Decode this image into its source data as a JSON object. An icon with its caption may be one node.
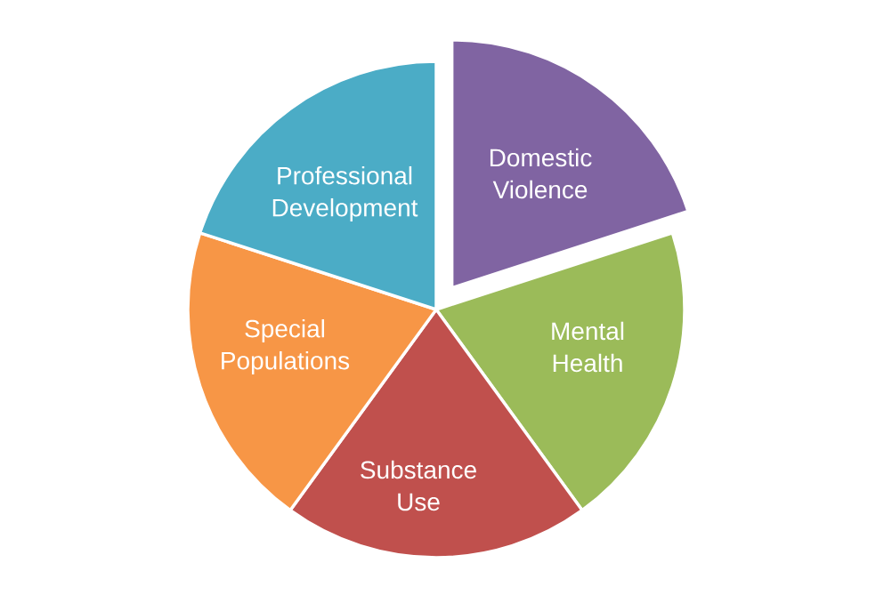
{
  "diagram": {
    "nodes": [
      {
        "text": [
          "Domestic Violence"
        ]
      },
      {
        "text": [
          "Mental Health"
        ]
      },
      {
        "text": [
          "Substance Use"
        ]
      },
      {
        "text": [
          "Special Populations"
        ]
      },
      {
        "text": [
          "Professional Development"
        ]
      }
    ]
  }
}
